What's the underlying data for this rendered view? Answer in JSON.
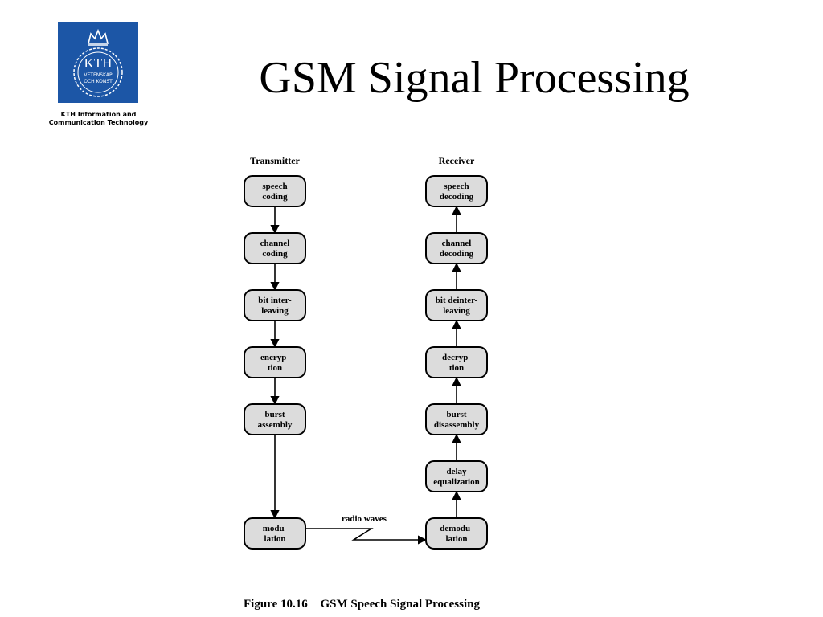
{
  "slide": {
    "title": "GSM Signal Processing"
  },
  "logo": {
    "icon": "kth-crown-seal-icon",
    "text_main": "KTH",
    "text_line1": "VETENSKAP",
    "text_line2": "OCH KONST",
    "caption_line1": "KTH Information and",
    "caption_line2": "Communication Technology",
    "color": "#1c56a6"
  },
  "diagram": {
    "transmitter": {
      "heading": "Transmitter",
      "steps": [
        [
          "speech",
          "coding"
        ],
        [
          "channel",
          "coding"
        ],
        [
          "bit inter-",
          "leaving"
        ],
        [
          "encryp-",
          "tion"
        ],
        [
          "burst",
          "assembly"
        ],
        [
          "modu-",
          "lation"
        ]
      ]
    },
    "receiver": {
      "heading": "Receiver",
      "steps": [
        [
          "speech",
          "decoding"
        ],
        [
          "channel",
          "decoding"
        ],
        [
          "bit deinter-",
          "leaving"
        ],
        [
          "decryp-",
          "tion"
        ],
        [
          "burst",
          "disassembly"
        ],
        [
          "delay",
          "equalization"
        ],
        [
          "demodu-",
          "lation"
        ]
      ]
    },
    "link_label": "radio waves",
    "node_fill": "#dcdcdc"
  },
  "caption": {
    "figure_number": "Figure 10.16",
    "text": "GSM Speech Signal Processing"
  }
}
